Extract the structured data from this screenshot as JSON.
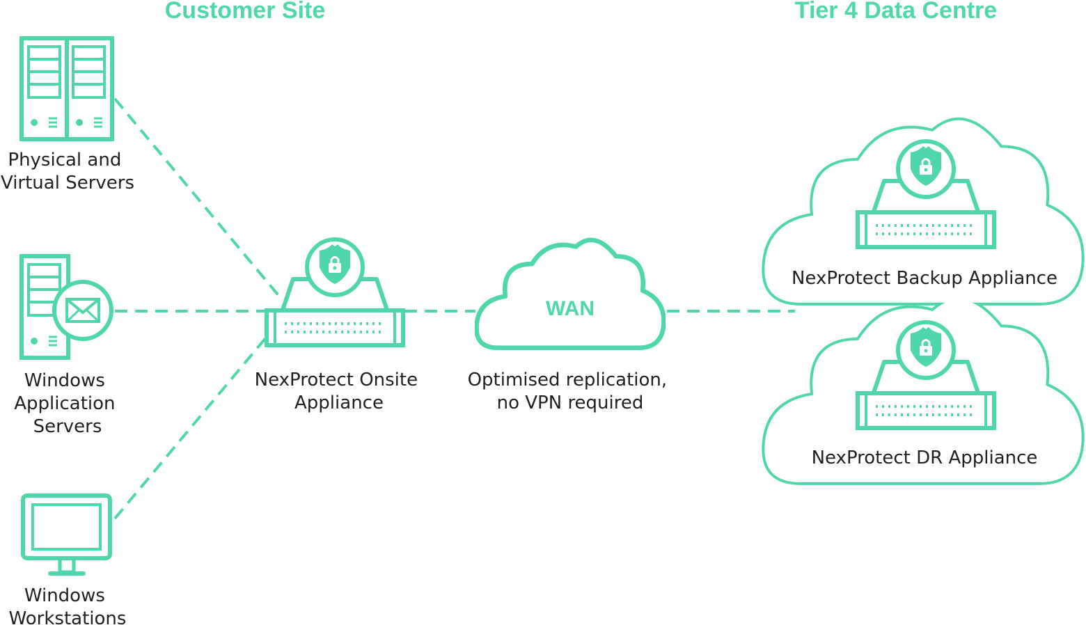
{
  "colors": {
    "accent": "#4fd6ad",
    "text": "#1f1f1f",
    "background": "#ffffff"
  },
  "headers": {
    "customer_site": "Customer Site",
    "data_centre": "Tier 4 Data Centre"
  },
  "sources": [
    {
      "icon": "server-rack-icon",
      "lines": [
        "Physical and",
        "Virtual Servers"
      ]
    },
    {
      "icon": "mail-server-icon",
      "lines": [
        "Windows",
        "Application",
        "Servers"
      ]
    },
    {
      "icon": "monitor-icon",
      "lines": [
        "Windows",
        "Workstations"
      ]
    }
  ],
  "onsite": {
    "icon": "secure-appliance-icon",
    "lines": [
      "NexProtect Onsite",
      "Appliance"
    ]
  },
  "wan": {
    "label": "WAN",
    "lines": [
      "Optimised replication,",
      "no VPN required"
    ]
  },
  "backup": {
    "icon": "secure-appliance-icon",
    "label": "NexProtect Backup Appliance"
  },
  "dr": {
    "icon": "secure-appliance-icon",
    "label": "NexProtect DR Appliance"
  }
}
